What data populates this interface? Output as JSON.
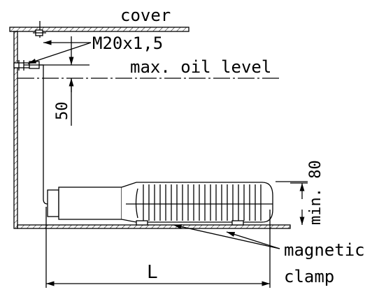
{
  "labels": {
    "cover": "cover",
    "thread": "M20x1,5",
    "oil_level": "max. oil level",
    "depth": "50",
    "min_height": "min. 80",
    "magnetic": "magnetic",
    "clamp": "clamp",
    "length": "L"
  },
  "colors": {
    "line": "#000000",
    "background": "#ffffff"
  }
}
